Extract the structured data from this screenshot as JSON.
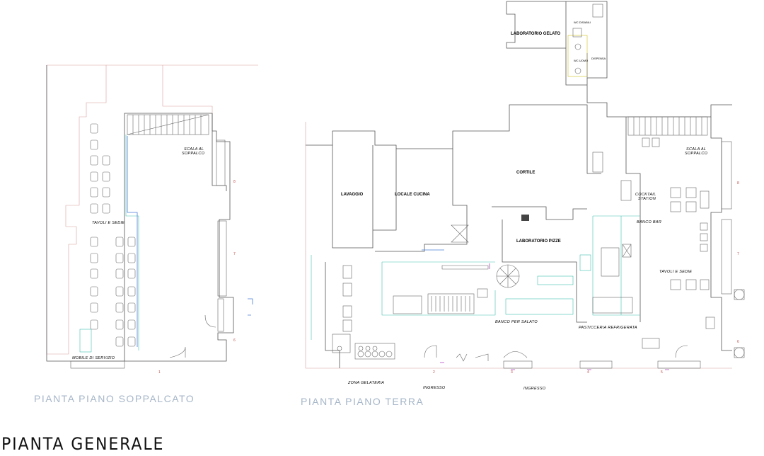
{
  "titles": {
    "main": "PIANTA GENERALE",
    "mezzanine": "PIANTA PIANO SOPPALCATO",
    "ground": "PIANTA PIANO TERRA"
  },
  "mezzanine_labels": {
    "stair": "SCALA AL",
    "stair2": "SOPPALCO",
    "tables": "TAVOLI E SEDIE",
    "service": "MOBILE DI SERVIZIO"
  },
  "ground_labels": {
    "gelato_lab": "LABORATORIO GELATO",
    "wc_disabled": "WC DISABILI",
    "wc_men": "WC UOMO",
    "storage": "DISPENSA",
    "cortile": "CORTILE",
    "lavaggio": "LAVAGGIO",
    "kitchen": "LOCALE CUCINA",
    "pizza_lab": "LABORATORIO PIZZE",
    "cocktail": "COCKTAIL",
    "cocktail2": "STATION",
    "banco_bar": "BANCO BAR",
    "tables": "TAVOLI E SEDIE",
    "stair": "SCALA AL",
    "stair2": "SOPPALCO",
    "banco_salato": "BANCO PER SALATO",
    "pasticceria": "PASTICCERIA REFRIGERATA",
    "zona_gelateria": "ZONA GELATERIA",
    "ingresso_1": "INGRESSO",
    "ingresso_2": "INGRESSO"
  },
  "markers": [
    "1",
    "2",
    "3",
    "4",
    "5",
    "6",
    "7",
    "8"
  ],
  "colors": {
    "walls": "#555555",
    "accent_pink": "#d9a0a0",
    "cyan": "#3fbfb0",
    "blue": "#4a7bd6",
    "yellow": "#d8c840",
    "magenta": "#b040c0",
    "title_grey": "#a6b6c8"
  }
}
